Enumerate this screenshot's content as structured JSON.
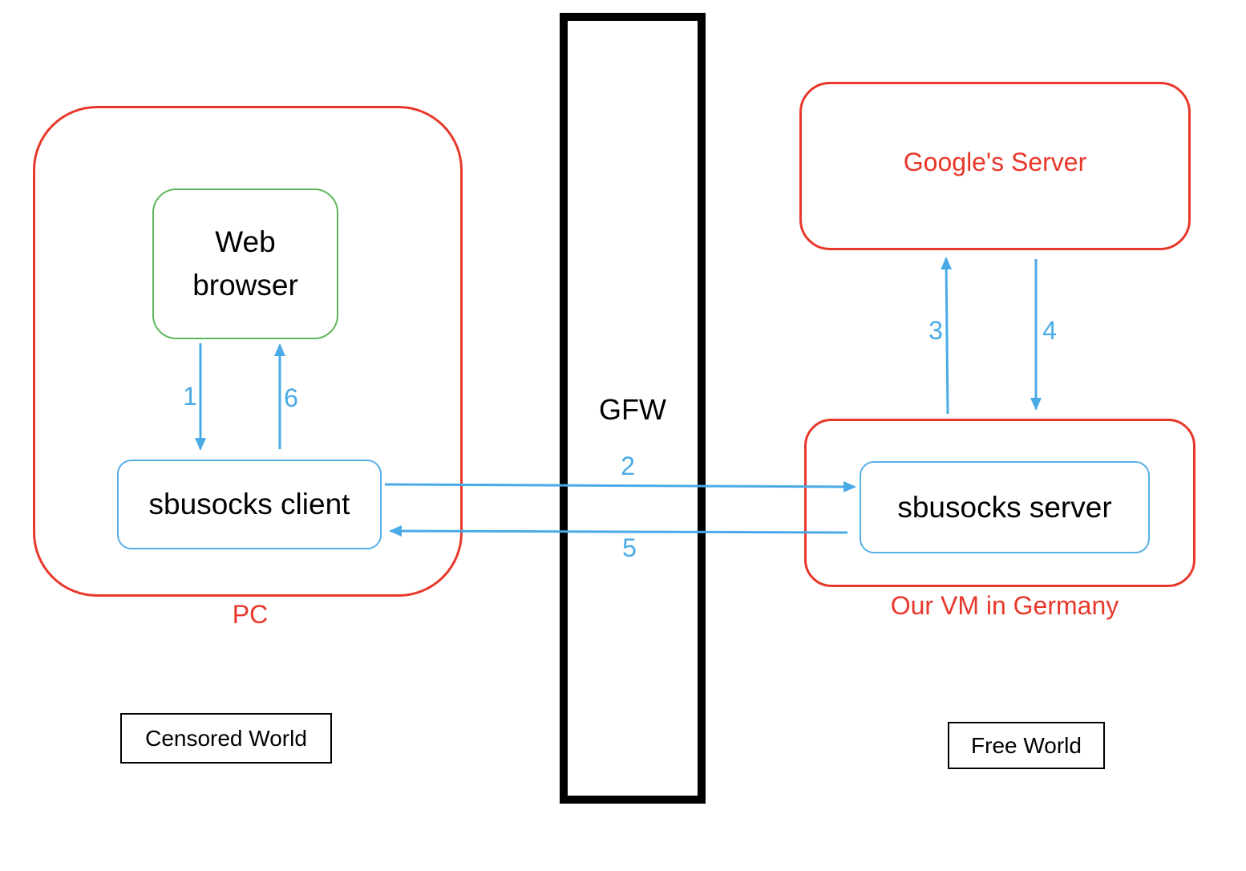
{
  "regions": {
    "pc_label": "PC",
    "vm_label": "Our VM in Germany",
    "google_label": "Google's Server"
  },
  "nodes": {
    "web_browser": "Web browser",
    "client": "sbusocks client",
    "server": "sbusocks server"
  },
  "wall": {
    "label": "GFW"
  },
  "worlds": {
    "censored": "Censored World",
    "free": "Free World"
  },
  "steps": {
    "s1": "1",
    "s2": "2",
    "s3": "3",
    "s4": "4",
    "s5": "5",
    "s6": "6"
  },
  "colors": {
    "region_border": "#e8382b",
    "arrow": "#4aaae6",
    "browser_border": "#5cb85c",
    "node_border": "#56b0e6"
  }
}
